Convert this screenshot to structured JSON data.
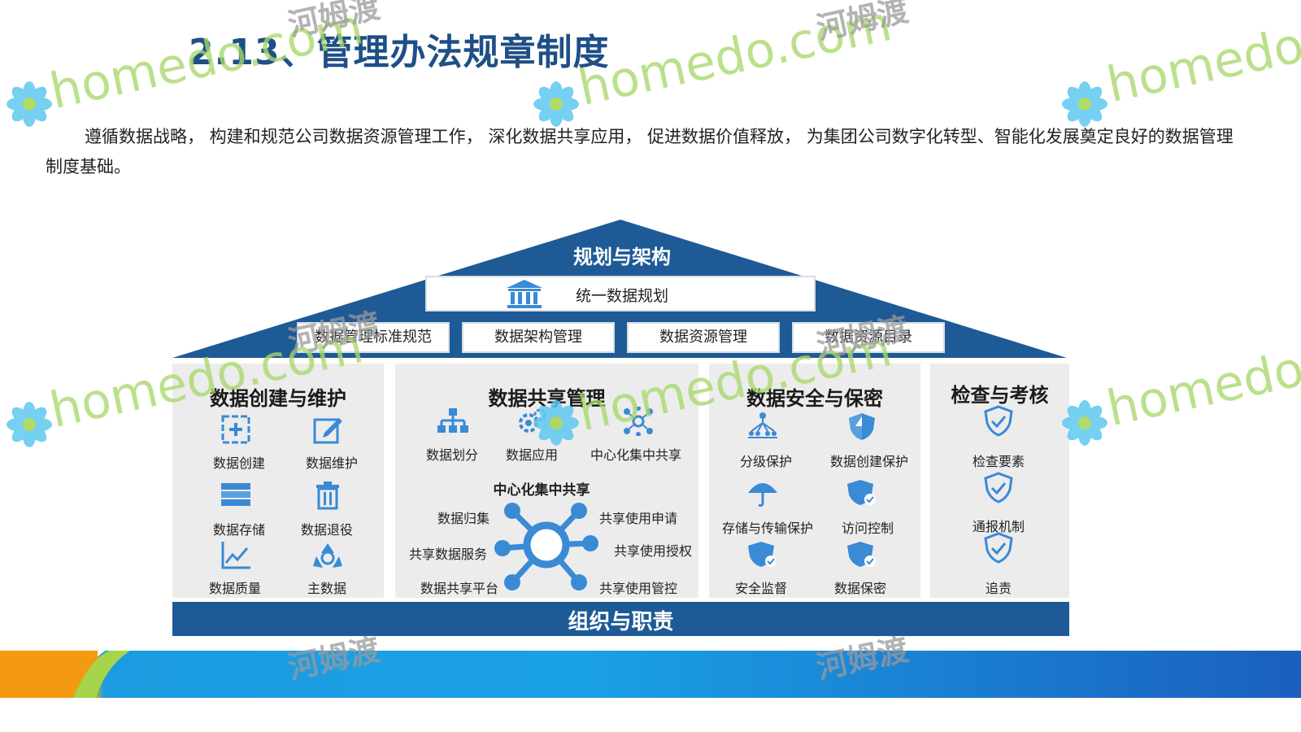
{
  "title": "2.13、管理办法规章制度",
  "intro": "遵循数据战略， 构建和规范公司数据资源管理工作， 深化数据共享应用， 促进数据价值释放， 为集团公司数字化转型、智能化发展奠定良好的数据管理制度基础。",
  "roof": {
    "title": "规划与架构",
    "unify": "统一数据规划",
    "row": [
      "数据管理标准规范",
      "数据架构管理",
      "数据资源管理",
      "数据资源目录"
    ]
  },
  "panels": {
    "creation": {
      "title": "数据创建与维护",
      "items": [
        "数据创建",
        "数据维护",
        "数据存储",
        "数据退役",
        "数据质量",
        "主数据"
      ]
    },
    "sharing": {
      "title": "数据共享管理",
      "items": [
        "数据划分",
        "数据应用",
        "中心化集中共享"
      ],
      "hub_title": "中心化集中共享",
      "hub_left": [
        "数据归集",
        "共享数据服务",
        "数据共享平台"
      ],
      "hub_right": [
        "共享使用申请",
        "共享使用授权",
        "共享使用管控"
      ]
    },
    "security": {
      "title": "数据安全与保密",
      "items": [
        "分级保护",
        "数据创建保护",
        "存储与传输保护",
        "访问控制",
        "安全监督",
        "数据保密"
      ]
    },
    "check": {
      "title": "检查与考核",
      "items": [
        "检查要素",
        "通报机制",
        "追责"
      ]
    }
  },
  "footer": "组织与职责",
  "watermark": {
    "latin": "homedo.com",
    "cn": "河姆渡"
  },
  "colors": {
    "primary": "#1e5a96",
    "accent": "#3a8ad6",
    "panel": "#ececec"
  }
}
